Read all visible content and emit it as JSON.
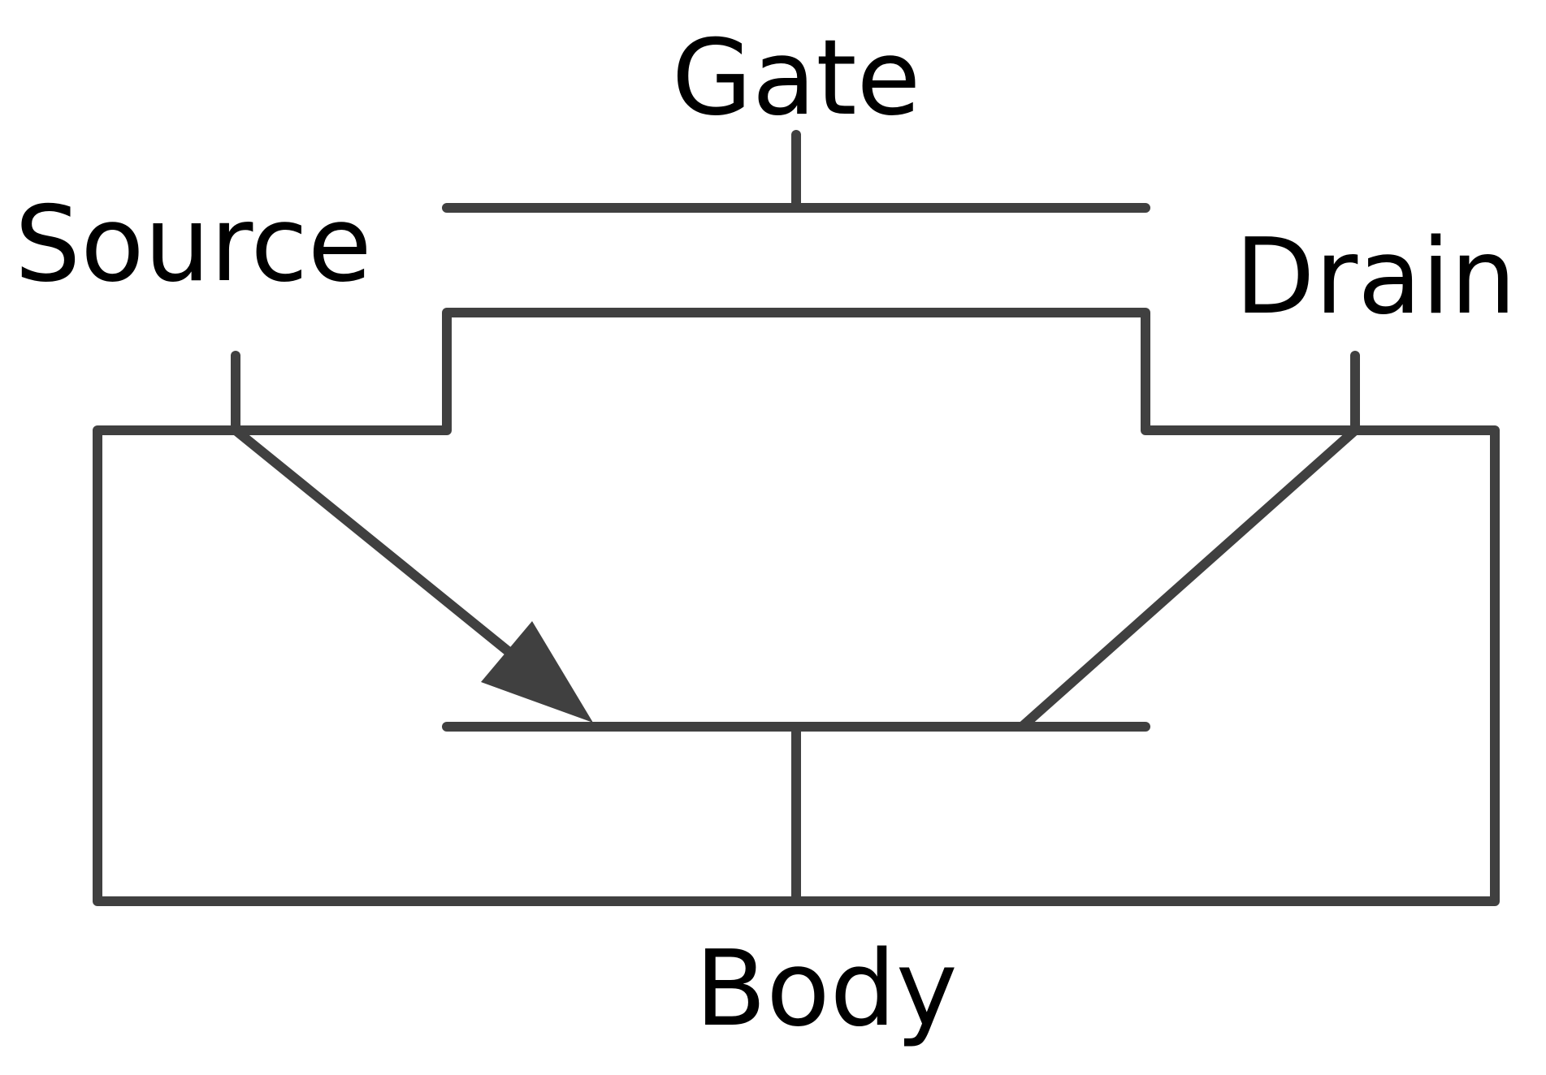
{
  "diagram": {
    "labels": {
      "gate": "Gate",
      "source": "Source",
      "drain": "Drain",
      "body": "Body"
    },
    "colors": {
      "line": "#404040",
      "text": "#000000",
      "background": "#ffffff"
    }
  }
}
